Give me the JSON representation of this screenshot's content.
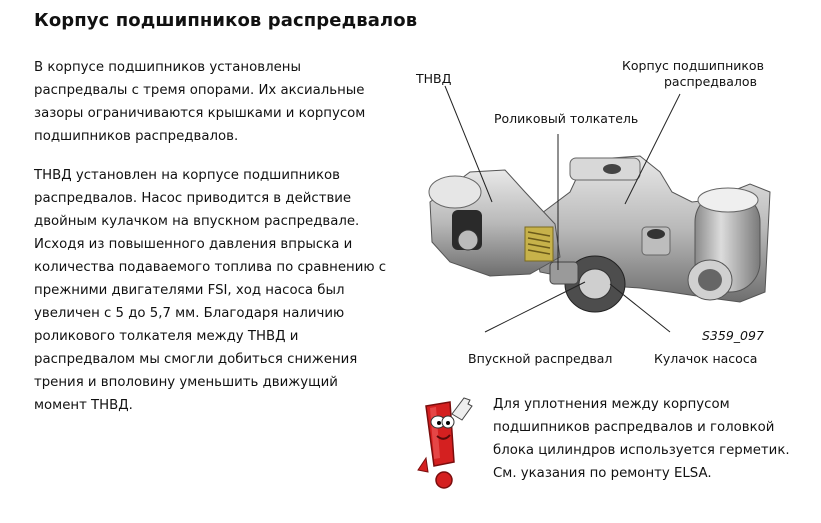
{
  "header": {
    "title": "Корпус подшипников распредвалов"
  },
  "body": {
    "paragraph_1": "В корпусе подшипников установлены распредвалы с тремя опорами. Их аксиальные зазоры ограничиваются крышками и корпусом подшипников распредвалов.",
    "paragraph_2": "ТНВД установлен на корпусе подшипников распредвалов. Насос приводится в действие двойным кулачком на впускном распредвале. Исходя из повышенного давления впрыска и количества подаваемого топлива по сравнению с прежними двигателями FSI, ход насоса был увеличен с 5 до 5,7 мм. Благодаря наличию роликового толкателя между ТНВД и распредвалом мы смогли добиться снижения трения и вполовину уменьшить движущий момент ТНВД."
  },
  "figure": {
    "callouts": {
      "hpfp": "ТНВД",
      "housing_line1": "Корпус подшипников",
      "housing_line2": "распредвалов",
      "roller_tappet": "Роликовый толкатель",
      "intake_camshaft": "Впускной распредвал",
      "pump_cam": "Кулачок насоса"
    },
    "figure_code": "S359_097"
  },
  "note": {
    "icon": "exclamation-mascot-icon",
    "text": "Для уплотнения между корпусом подшипников распредвалов и головкой блока цилиндров используется герметик. См. указания по ремонту ELSA."
  },
  "colors": {
    "mascot_red": "#d42020",
    "metal_light": "#c9c9c9",
    "metal_dark": "#5a5a5a"
  }
}
